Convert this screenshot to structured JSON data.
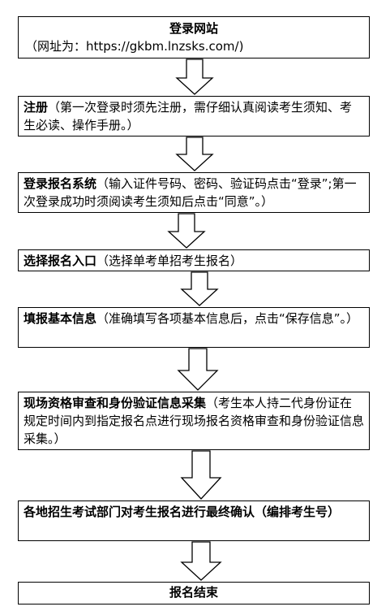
{
  "steps": [
    {
      "title": "登录网站",
      "detail": "（网址为：https://gkbm.lnzsks.com/)"
    },
    {
      "title": "注册",
      "detail": "（第一次登录时须先注册，需仔细认真阅读考生须知、考生必读、操作手册。）"
    },
    {
      "title": "登录报名系统",
      "detail": "（输入证件号码、密码、验证码点击“登录”;第一次登录成功时须阅读考生须知后点击“同意”。）"
    },
    {
      "title": "选择报名入口",
      "detail": "（选择单考单招考生报名）"
    },
    {
      "title": "填报基本信息",
      "detail": "（准确填写各项基本信息后，点击“保存信息”。）"
    },
    {
      "title": "现场资格审查和身份验证信息采集",
      "detail": "（考生本人持二代身份证在规定时间内到指定报名点进行现场报名资格审查和身份验证信息采集。）"
    },
    {
      "title": "各地招生考试部门对考生报名进行最终确认（编排考生号）",
      "detail": ""
    },
    {
      "title": "报名结束",
      "detail": ""
    }
  ]
}
